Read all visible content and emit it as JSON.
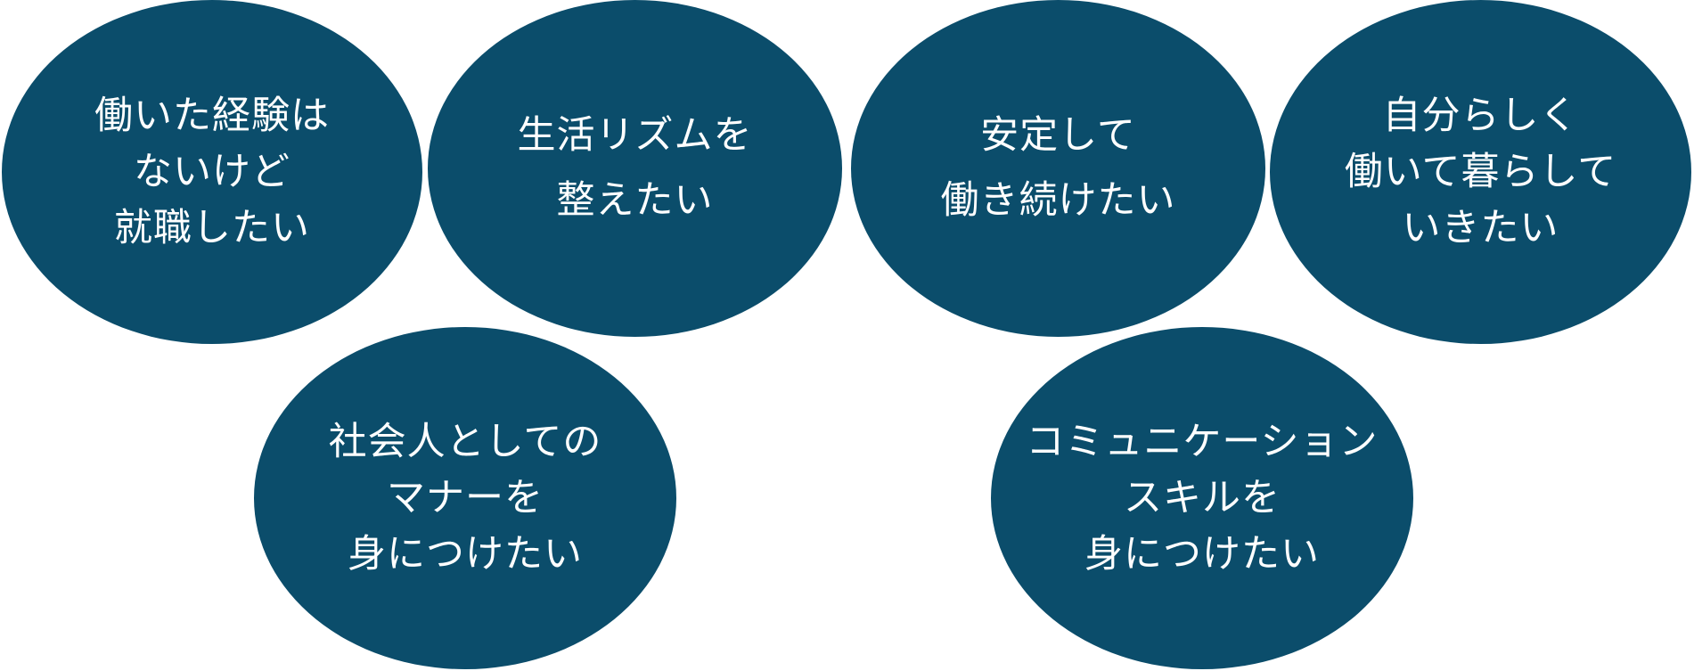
{
  "colors": {
    "bubble_fill": "#0b4d6b",
    "bubble_text": "#ffffff",
    "background": "#ffffff"
  },
  "bubbles": [
    {
      "lines": [
        "働いた経験は",
        "ないけど",
        "就職したい"
      ]
    },
    {
      "lines": [
        "生活リズムを",
        "整えたい"
      ]
    },
    {
      "lines": [
        "安定して",
        "働き続けたい"
      ]
    },
    {
      "lines": [
        "自分らしく",
        "働いて暮らして",
        "いきたい"
      ]
    },
    {
      "lines": [
        "社会人としての",
        "マナーを",
        "身につけたい"
      ]
    },
    {
      "lines": [
        "コミュニケーション",
        "スキルを",
        "身につけたい"
      ]
    }
  ]
}
